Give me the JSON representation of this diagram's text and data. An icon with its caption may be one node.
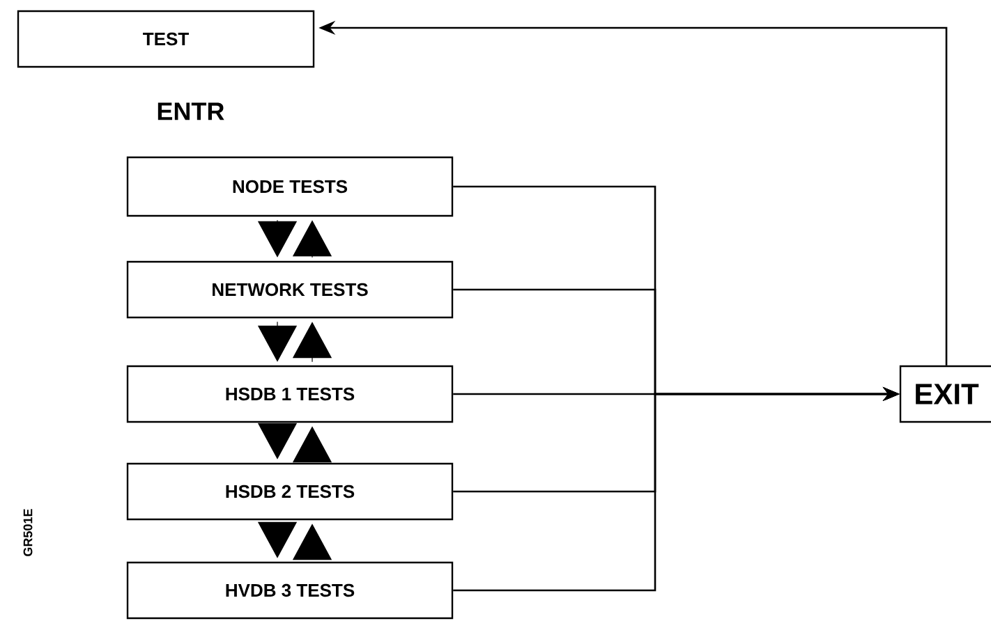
{
  "diagram": {
    "nodes": [
      {
        "text": [
          "TEST"
        ]
      },
      {
        "text": [
          "NODE TESTS"
        ]
      },
      {
        "text": [
          "NETWORK TESTS"
        ]
      },
      {
        "text": [
          "HSDB 1 TESTS"
        ]
      },
      {
        "text": [
          "HSDB 2 TESTS"
        ]
      },
      {
        "text": [
          "HVDB 3 TESTS"
        ]
      },
      {
        "text": [
          "EXIT"
        ]
      }
    ],
    "edges": [
      {
        "from": 1,
        "to": 2,
        "arrow": "to"
      },
      {
        "from": 2,
        "to": 1,
        "arrow": "to"
      },
      {
        "from": 2,
        "to": 3,
        "arrow": "to"
      },
      {
        "from": 3,
        "to": 2,
        "arrow": "to"
      },
      {
        "from": 3,
        "to": 4,
        "arrow": "to"
      },
      {
        "from": 4,
        "to": 3,
        "arrow": "to"
      },
      {
        "from": 4,
        "to": 5,
        "arrow": "to"
      },
      {
        "from": 5,
        "to": 4,
        "arrow": "to"
      },
      {
        "from": 1,
        "to": 6,
        "arrow": "to"
      },
      {
        "from": 2,
        "to": 6,
        "arrow": "to"
      },
      {
        "from": 3,
        "to": 6,
        "arrow": "to"
      },
      {
        "from": 4,
        "to": 6,
        "arrow": "to"
      },
      {
        "from": 5,
        "to": 6,
        "arrow": "to"
      },
      {
        "from": 6,
        "to": 0,
        "arrow": "to"
      }
    ],
    "labels": [
      "ENTR",
      "GR501E"
    ]
  }
}
